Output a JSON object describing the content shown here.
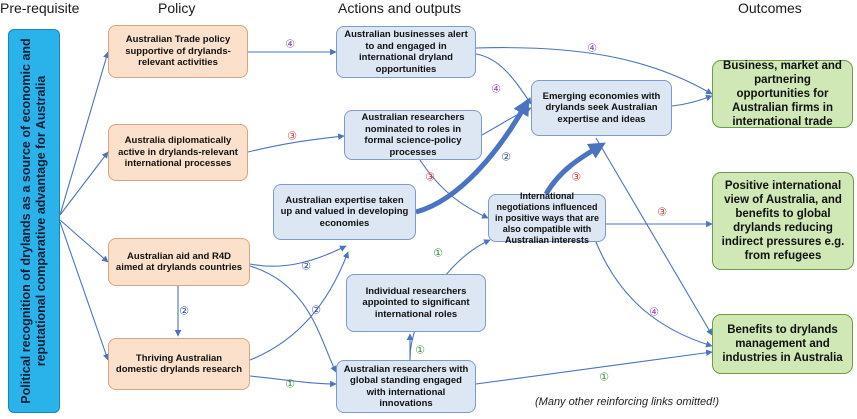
{
  "headers": {
    "prerequisite": "Pre-requisite",
    "policy": "Policy",
    "actions": "Actions and outputs",
    "outcomes": "Outcomes"
  },
  "prerequisite": "Political recognition of drylands as a source of economic and reputational comparative advantage for Australia",
  "policy": {
    "trade": "Australian Trade policy supportive of drylands-relevant activities",
    "diplomatic": "Australia diplomatically active in drylands-relevant international processes",
    "aid": "Australian aid and R4D aimed at drylands countries",
    "research": "Thriving Australian domestic drylands research"
  },
  "actions": {
    "businesses": "Australian businesses alert to and engaged in international dryland opportunities",
    "nominated": "Australian researchers nominated to roles in formal science-policy processes",
    "expertise": "Australian expertise taken up and valued in developing economies",
    "individual": "Individual researchers appointed to significant international roles",
    "global": "Australian researchers with global standing engaged with international innovations",
    "emerging": "Emerging economies with drylands seek Australian expertise and ideas",
    "negotiations": "International negotiations influenced in positive ways that are also compatible with Australian interests"
  },
  "outcomes": {
    "business": "Business, market and partnering opportunities for Australian firms in international trade",
    "view": "Positive international view of Australia, and benefits to global drylands reducing indirect pressures e.g. from refugees",
    "benefits": "Benefits to drylands management and industries in Australia"
  },
  "note": "(Many other reinforcing links omitted!)",
  "link_markers": {
    "one": "①",
    "two": "②",
    "three": "③",
    "four": "④"
  },
  "colors": {
    "arrow": "#4a74c0",
    "marker_one": "#3a8a3a",
    "marker_two": "#2a4a9a",
    "marker_three": "#d43a3a",
    "marker_four": "#8a4ab0",
    "prerequisite_fill": "#2ab3eb",
    "policy_fill": "#fbe1cc",
    "action_fill": "#dde6f3",
    "outcome_fill": "#cfe8b6"
  }
}
